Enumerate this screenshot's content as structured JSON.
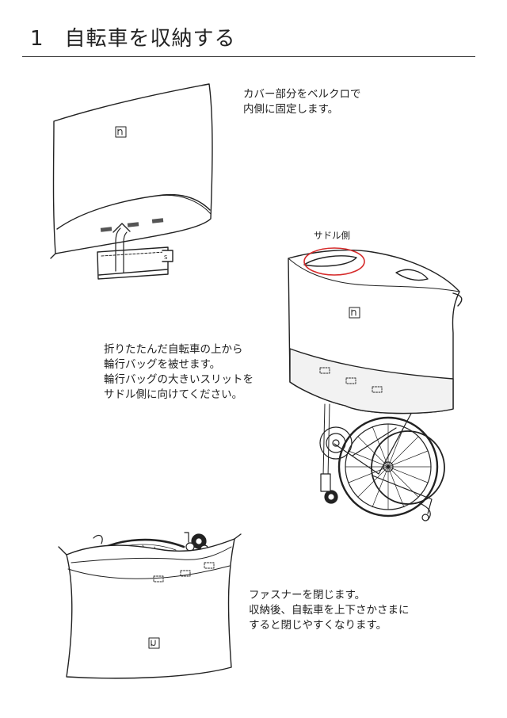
{
  "header": {
    "section_number": "1",
    "title": "自転車を収納する"
  },
  "step1": {
    "lines": [
      "カバー部分をベルクロで",
      "内側に固定します。"
    ]
  },
  "step2": {
    "callout": "サドル側",
    "lines": [
      "折りたたんだ自転車の上から",
      "輪行バッグを被せます。",
      "輪行バッグの大きいスリットを",
      "サドル側に向けてください。"
    ]
  },
  "step3": {
    "lines": [
      "ファスナーを閉じます。",
      "収納後、自転車を上下さかさまに",
      "すると閉じやすくなります。"
    ]
  },
  "colors": {
    "callout_ring": "#d62b2b",
    "line": "#222222",
    "bag_bottom_band": "#f2f2f2"
  },
  "icons": [
    "brand-logo-icon",
    "arrow-up-icon"
  ]
}
